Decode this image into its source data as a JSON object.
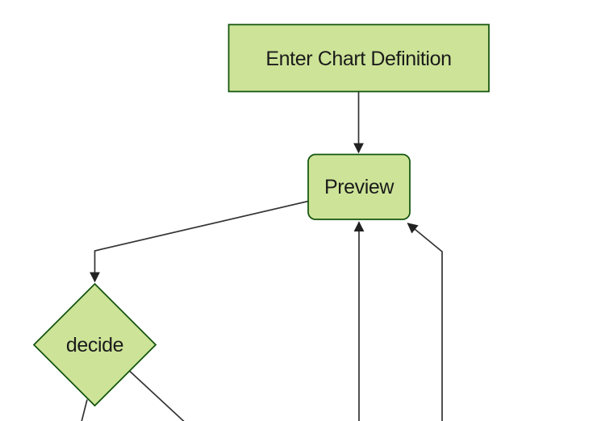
{
  "diagram": {
    "type": "flowchart",
    "orientation": "top-down",
    "view": "zoomed-partial",
    "theme": {
      "background": "#ffffff",
      "node_fill": "#cde498",
      "node_border": "#13540c",
      "edge_color": "#333333",
      "arrowhead_color": "#222222",
      "text_color": "#1b1b1b"
    },
    "nodes": [
      {
        "id": "A",
        "shape": "rectangle",
        "label": "Enter Chart Definition"
      },
      {
        "id": "B",
        "shape": "rounded-rectangle",
        "label": "Preview"
      },
      {
        "id": "C",
        "shape": "diamond",
        "label": "decide"
      }
    ],
    "edges": [
      {
        "from": "Enter Chart Definition",
        "to": "Preview",
        "arrowhead": true
      },
      {
        "from": "Preview",
        "to": "decide",
        "arrowhead": true
      },
      {
        "from": "decide",
        "to": "offscreen-bottom-left",
        "arrowhead": false
      },
      {
        "from": "decide",
        "to": "offscreen-bottom-right",
        "arrowhead": false
      },
      {
        "from": "offscreen-bottom-center",
        "to": "Preview",
        "arrowhead": true
      },
      {
        "from": "offscreen-bottom-right",
        "to": "Preview",
        "arrowhead": true
      }
    ]
  }
}
